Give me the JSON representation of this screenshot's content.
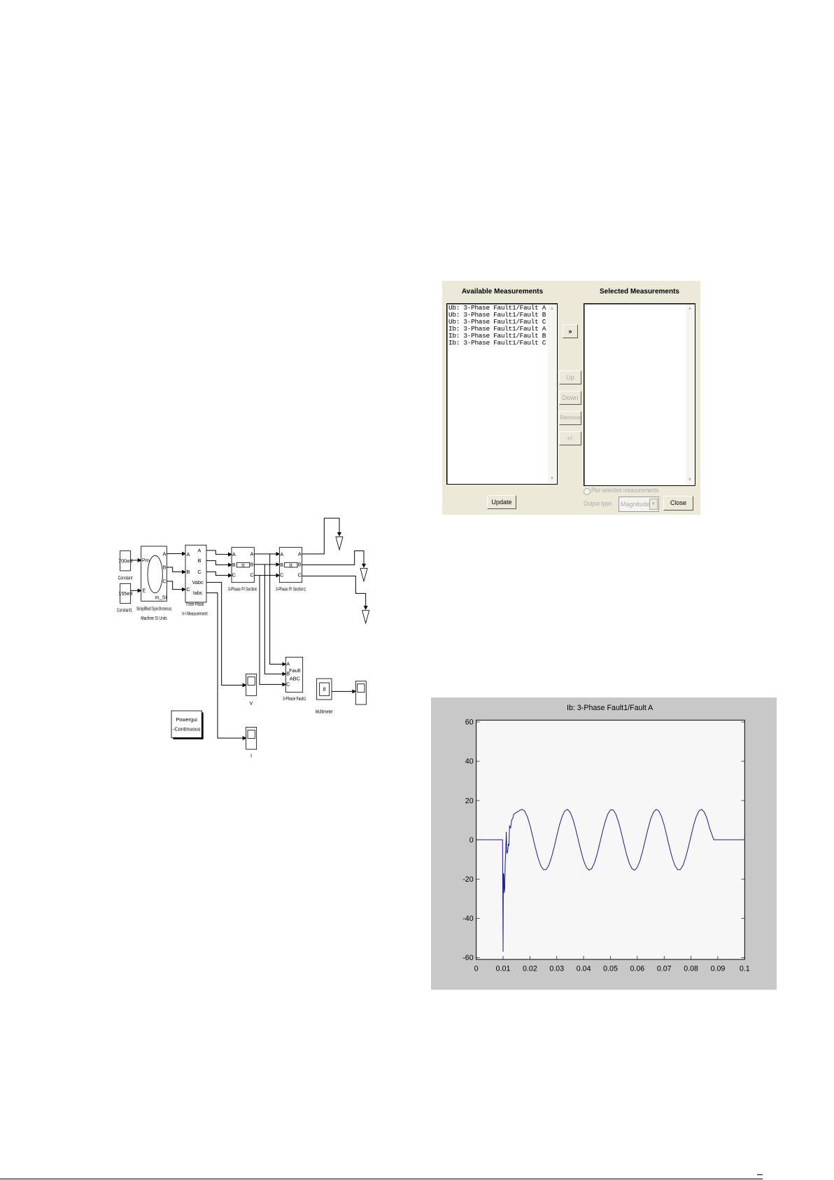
{
  "dialog": {
    "available_title": "Available Measurements",
    "selected_title": "Selected Measurements",
    "available_items": [
      "Ub: 3-Phase Fault1/Fault A",
      "Ub: 3-Phase Fault1/Fault B",
      "Ub: 3-Phase Fault1/Fault C",
      "Ib: 3-Phase Fault1/Fault A",
      "Ib: 3-Phase Fault1/Fault B",
      "Ib: 3-Phase Fault1/Fault C"
    ],
    "add_button": "»",
    "up_button": "Up",
    "down_button": "Down",
    "remove_button": "Remove",
    "sign_button": "+/-",
    "update_button": "Update",
    "plot_selected_label": "Plot selected measurements",
    "output_type_label": "Output type:",
    "output_type_value": "Magnitude",
    "close_button": "Close"
  },
  "diagram": {
    "constant_value": "700e6",
    "constant_label": "Constant",
    "constant1_value": "155e3",
    "constant1_label": "Constant1",
    "machine_port_pm": "Pm",
    "machine_port_e": "E",
    "port_a": "A",
    "port_b": "B",
    "port_c": "C",
    "machine_port_msi": "m_SI",
    "machine_label_1": "Simplified Synchronous",
    "machine_label_2": "Machine SI Units",
    "vi_port_vabc": "Vabc",
    "vi_port_iabc": "Iabc",
    "vi_label_1": "Three-Phase",
    "vi_label_2": "V-I Measurement",
    "pi_label": "3-Phase PI Section",
    "pi1_label": "3-Phase PI Section1",
    "pi_symbol": "π",
    "fault_text_1": "Fault",
    "fault_text_2": "ABC",
    "fault_label": "3-Phase Fault1",
    "scope_v_label": "V",
    "scope_i_label": "I",
    "multimeter_symbol": "8",
    "multimeter_label": "Multimeter",
    "powergui_1": "Powergui",
    "powergui_2": "-Continuous"
  },
  "chart_data": {
    "type": "line",
    "title": "Ib: 3-Phase Fault1/Fault A",
    "xlabel": "",
    "ylabel": "",
    "xlim": [
      0,
      0.1
    ],
    "ylim": [
      -60,
      60
    ],
    "xticks": [
      "0",
      "0.01",
      "0.02",
      "0.03",
      "0.04",
      "0.05",
      "0.06",
      "0.07",
      "0.08",
      "0.09",
      "0.1"
    ],
    "yticks": [
      "60",
      "40",
      "20",
      "0",
      "-20",
      "-40",
      "-60"
    ],
    "line_color": "#1a1a8c",
    "series": [
      {
        "name": "Ib: 3-Phase Fault1/Fault A",
        "points": [
          [
            0,
            0
          ],
          [
            0.0098,
            0
          ],
          [
            0.0099,
            -28
          ],
          [
            0.01,
            -57
          ],
          [
            0.0101,
            -17
          ],
          [
            0.0103,
            -18
          ],
          [
            0.0104,
            -27
          ],
          [
            0.0106,
            -25
          ],
          [
            0.0108,
            -12
          ],
          [
            0.011,
            -5
          ],
          [
            0.0112,
            4
          ],
          [
            0.0114,
            -7
          ],
          [
            0.0117,
            -6
          ],
          [
            0.012,
            -2
          ],
          [
            0.0122,
            -3
          ],
          [
            0.0124,
            7
          ],
          [
            0.0128,
            6
          ],
          [
            0.0132,
            10
          ],
          [
            0.0136,
            11
          ],
          [
            0.014,
            13
          ],
          [
            0.015,
            14
          ],
          [
            0.016,
            14.8
          ],
          [
            0.017,
            15.5
          ],
          [
            0.018,
            14.7
          ],
          [
            0.019,
            11.9
          ],
          [
            0.02,
            7.5
          ],
          [
            0.021,
            1.9
          ],
          [
            0.022,
            -3.9
          ],
          [
            0.023,
            -9.1
          ],
          [
            0.024,
            -13.1
          ],
          [
            0.025,
            -15.2
          ],
          [
            0.026,
            -15.2
          ],
          [
            0.027,
            -13.1
          ],
          [
            0.028,
            -9.1
          ],
          [
            0.029,
            -3.9
          ],
          [
            0.03,
            1.9
          ],
          [
            0.031,
            7.5
          ],
          [
            0.032,
            11.9
          ],
          [
            0.033,
            14.7
          ],
          [
            0.034,
            15.5
          ],
          [
            0.035,
            14.0
          ],
          [
            0.036,
            10.6
          ],
          [
            0.037,
            5.7
          ],
          [
            0.038,
            0
          ],
          [
            0.039,
            -5.7
          ],
          [
            0.04,
            -10.6
          ],
          [
            0.041,
            -14.0
          ],
          [
            0.042,
            -15.5
          ],
          [
            0.043,
            -14.7
          ],
          [
            0.044,
            -11.9
          ],
          [
            0.045,
            -7.5
          ],
          [
            0.046,
            -1.9
          ],
          [
            0.047,
            3.9
          ],
          [
            0.048,
            9.1
          ],
          [
            0.049,
            13.1
          ],
          [
            0.05,
            15.2
          ],
          [
            0.051,
            15.2
          ],
          [
            0.052,
            13.1
          ],
          [
            0.053,
            9.1
          ],
          [
            0.054,
            3.9
          ],
          [
            0.055,
            -1.9
          ],
          [
            0.056,
            -7.5
          ],
          [
            0.057,
            -11.9
          ],
          [
            0.058,
            -14.7
          ],
          [
            0.059,
            -15.5
          ],
          [
            0.06,
            -14.0
          ],
          [
            0.061,
            -10.6
          ],
          [
            0.062,
            -5.7
          ],
          [
            0.063,
            0
          ],
          [
            0.064,
            5.7
          ],
          [
            0.065,
            10.6
          ],
          [
            0.066,
            14.0
          ],
          [
            0.067,
            15.5
          ],
          [
            0.068,
            14.7
          ],
          [
            0.069,
            11.9
          ],
          [
            0.07,
            7.5
          ],
          [
            0.071,
            1.9
          ],
          [
            0.072,
            -3.9
          ],
          [
            0.073,
            -9.1
          ],
          [
            0.074,
            -13.1
          ],
          [
            0.075,
            -15.2
          ],
          [
            0.076,
            -15.2
          ],
          [
            0.077,
            -13.1
          ],
          [
            0.078,
            -9.1
          ],
          [
            0.079,
            -3.9
          ],
          [
            0.08,
            1.9
          ],
          [
            0.081,
            7.5
          ],
          [
            0.082,
            11.9
          ],
          [
            0.083,
            14.7
          ],
          [
            0.084,
            15.5
          ],
          [
            0.085,
            14.0
          ],
          [
            0.086,
            10.6
          ],
          [
            0.087,
            5.7
          ],
          [
            0.0885,
            0
          ],
          [
            0.1,
            0
          ]
        ]
      }
    ],
    "grid": false,
    "legend": "none"
  }
}
